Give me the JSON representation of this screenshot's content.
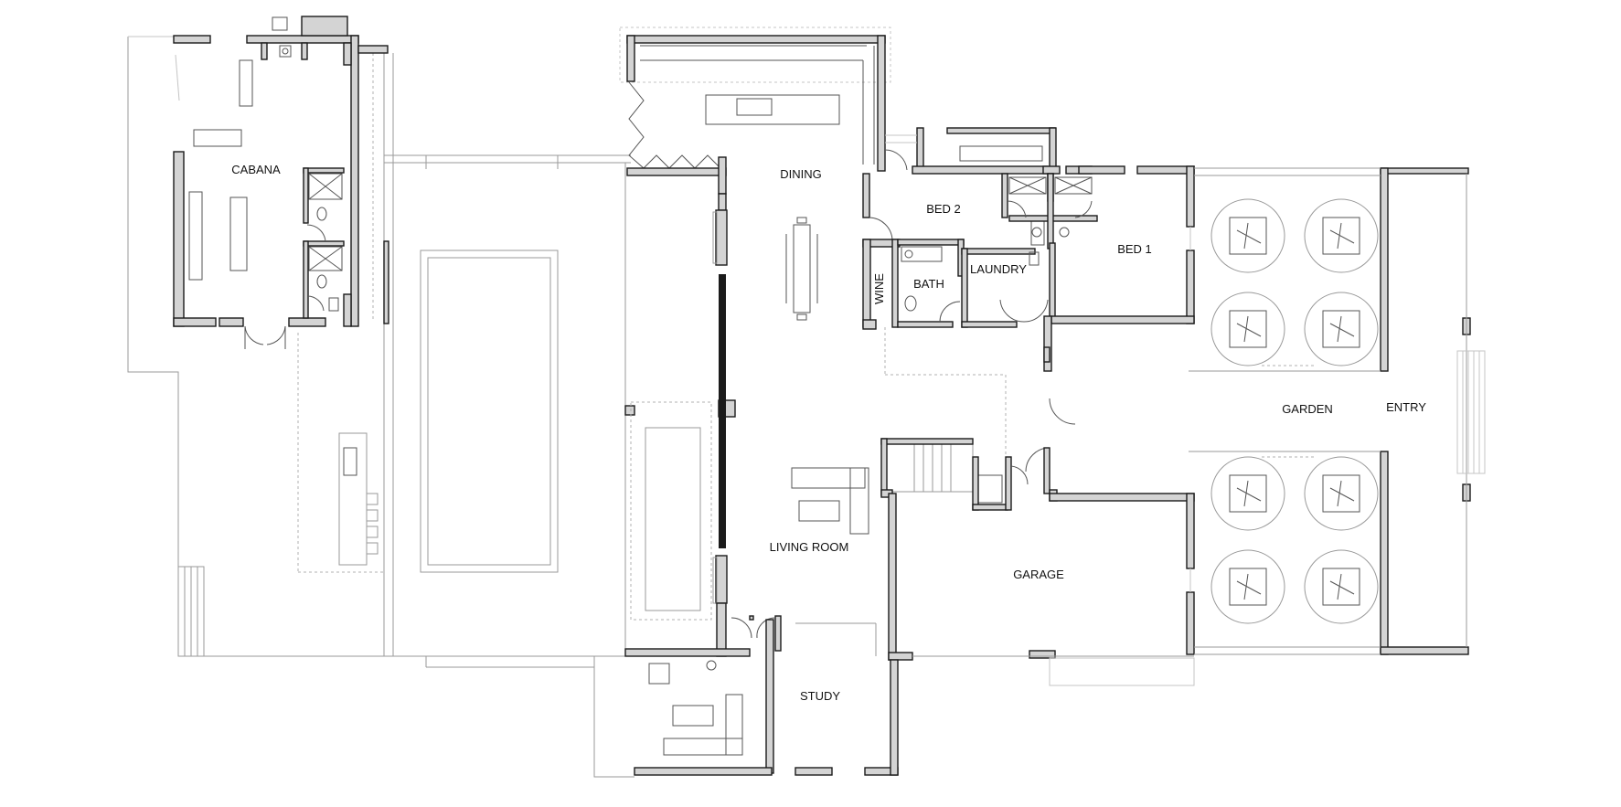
{
  "rooms": {
    "cabana": "CABANA",
    "dining": "DINING",
    "bed2": "BED 2",
    "bed1": "BED 1",
    "wine": "WINE",
    "bath": "BATH",
    "laundry": "LAUNDRY",
    "garden": "GARDEN",
    "entry": "ENTRY",
    "living_room": "LIVING ROOM",
    "garage": "GARAGE",
    "study": "STUDY"
  },
  "colors": {
    "wall_fill": "#d4d4d4",
    "wall_outline": "#1b1b1b",
    "linework": "#9a9a9a",
    "background": "#ffffff"
  }
}
